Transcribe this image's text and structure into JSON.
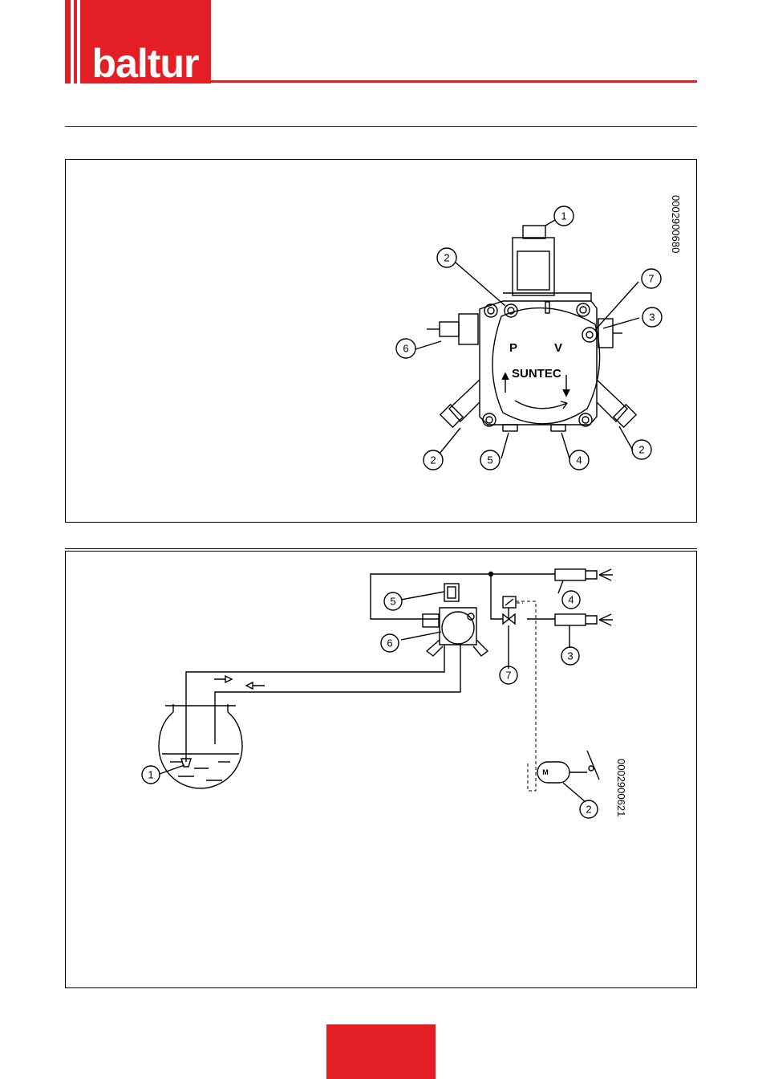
{
  "header": {
    "brand": "baltur",
    "brand_color": "#e31e24",
    "rule_color": "#2e3192"
  },
  "figure_1": {
    "code": "0002900680",
    "pump_brand": "SUNTEC",
    "port_p": "P",
    "port_v": "V",
    "callouts": [
      "1",
      "2",
      "7",
      "3",
      "6",
      "2",
      "5",
      "4",
      "2"
    ]
  },
  "figure_2": {
    "code": "0002900621",
    "motor_letter": "M",
    "callouts": [
      "5",
      "4",
      "6",
      "7",
      "3",
      "1",
      "2"
    ]
  }
}
